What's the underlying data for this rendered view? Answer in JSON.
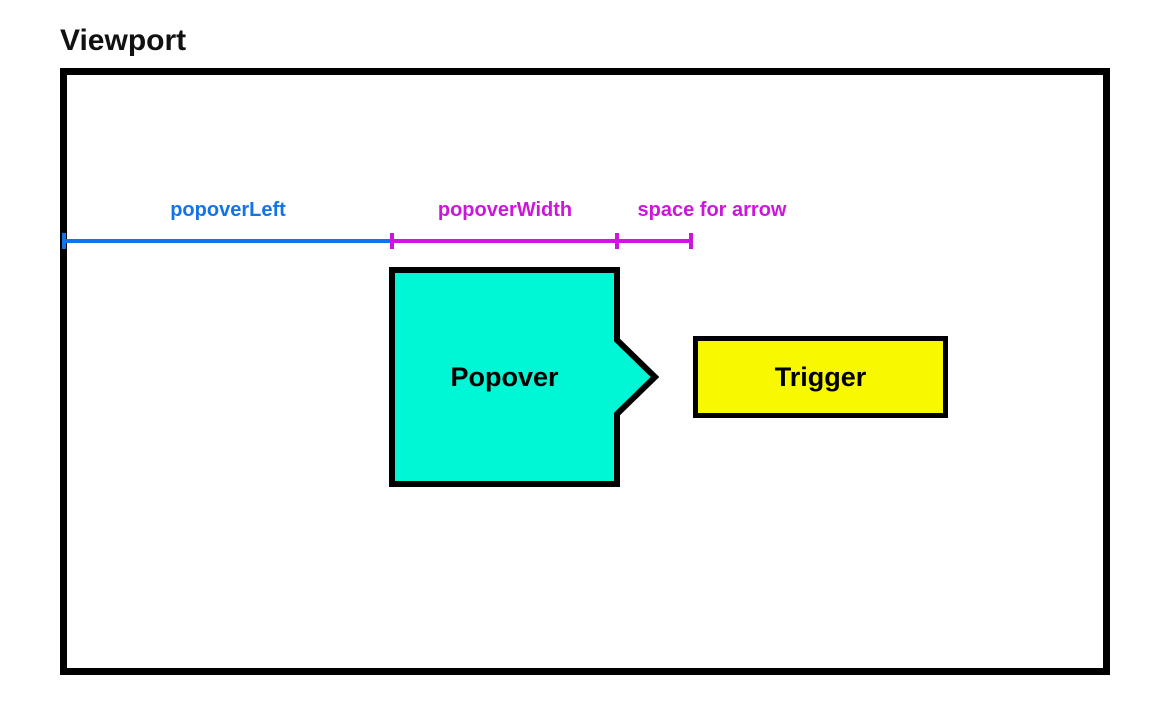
{
  "title": "Viewport",
  "colors": {
    "measure_blue": "#1473e6",
    "measure_magenta": "#cc16db",
    "popover_fill": "#00f7d6",
    "trigger_fill": "#f8f800",
    "outline": "#000000",
    "background": "#ffffff"
  },
  "measurements": [
    {
      "label": "popoverLeft",
      "color": "#1473e6"
    },
    {
      "label": "popoverWidth",
      "color": "#cc16db"
    },
    {
      "label": "space for arrow",
      "color": "#cc16db"
    }
  ],
  "popover": {
    "label": "Popover"
  },
  "trigger": {
    "label": "Trigger"
  }
}
